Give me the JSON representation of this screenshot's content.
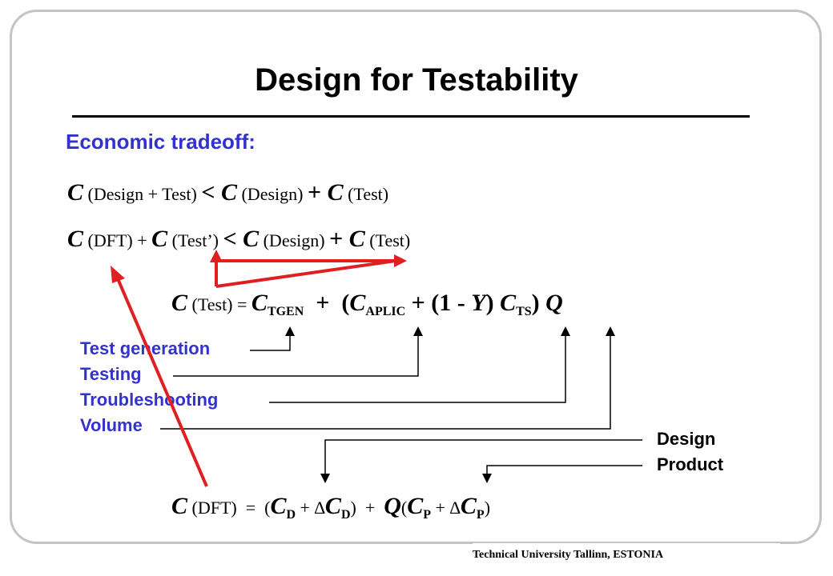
{
  "title": "Design for Testability",
  "subtitle": "Economic tradeoff:",
  "eq1": {
    "c1": "C",
    "t1": " (Design + Test) ",
    "lt": "<",
    "c2": " C",
    "t2": " (Design) ",
    "plus": "+",
    "c3": " C",
    "t3": " (Test)"
  },
  "eq2": {
    "c1": "C",
    "t1": " (DFT) + ",
    "c2": "C",
    "t2": " (Test’) ",
    "lt": "<",
    "c3": " C",
    "t3": " (Design) ",
    "plus": "+",
    "c4": " C",
    "t4": " (Test)"
  },
  "eq3": {
    "c1": "C",
    "t1": " (Test) = ",
    "c2": "C",
    "s2": "TGEN",
    "op1": "  +  (",
    "c3": "C",
    "s3": "APLIC",
    "op2": " + (1 - ",
    "y": "Y",
    "op3": ") ",
    "c4": "C",
    "s4": "TS",
    "op4": ") ",
    "q": "Q"
  },
  "eq4": {
    "c1": "C",
    "t1": " (DFT)  =  (",
    "c2": "C",
    "s2": "D",
    "op1": " + ∆",
    "c3": "C",
    "s3": "D",
    "op2": ")  +  ",
    "q": "Q",
    "op3": "(",
    "c4": "C",
    "s4": "P",
    "op4": " + ∆",
    "c5": "C",
    "s5": "P",
    "op5": ")"
  },
  "labels": {
    "test_generation": "Test generation",
    "testing": "Testing",
    "troubleshooting": "Troubleshooting",
    "volume": "Volume",
    "design": "Design",
    "product": "Product"
  },
  "colors": {
    "accent": "#3333cc",
    "arrow_red": "#e02020",
    "frame": "#c4c4c4"
  },
  "footer": "Technical University Tallinn, ESTONIA"
}
